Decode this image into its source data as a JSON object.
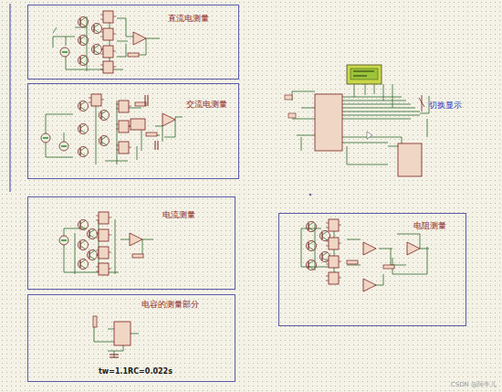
{
  "diagram": {
    "nodes": [
      {
        "text": [
          "直流电测量"
        ]
      },
      {
        "text": [
          "交流电测量"
        ]
      },
      {
        "text": [
          "电流测量"
        ]
      },
      {
        "text": [
          "电容的测量部分"
        ]
      },
      {
        "text": [
          "电阻测量"
        ]
      }
    ],
    "edges": [],
    "labels": [
      "tw=1.1RC=0.022s",
      "切换显示",
      "CSDN @阿牛儿"
    ]
  }
}
